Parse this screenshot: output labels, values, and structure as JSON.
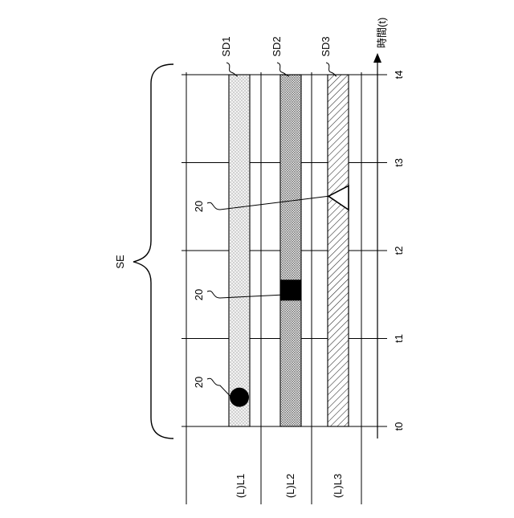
{
  "time_axis_label": "時間(t)",
  "brace_label": "SE",
  "marker_ref": "20",
  "time_labels": [
    "t0",
    "t1",
    "t2",
    "t3",
    "t4"
  ],
  "lanes": [
    {
      "lane_label": "(L)L1",
      "stream_label": "SD1",
      "pattern": "dots",
      "event": {
        "shape": "circle",
        "at": 0.35
      }
    },
    {
      "lane_label": "(L)L2",
      "stream_label": "SD2",
      "pattern": "dense-dots",
      "event": {
        "shape": "square",
        "at": 1.55
      }
    },
    {
      "lane_label": "(L)L3",
      "stream_label": "SD3",
      "pattern": "hatch",
      "event": {
        "shape": "triangle",
        "at": 2.6
      }
    }
  ]
}
